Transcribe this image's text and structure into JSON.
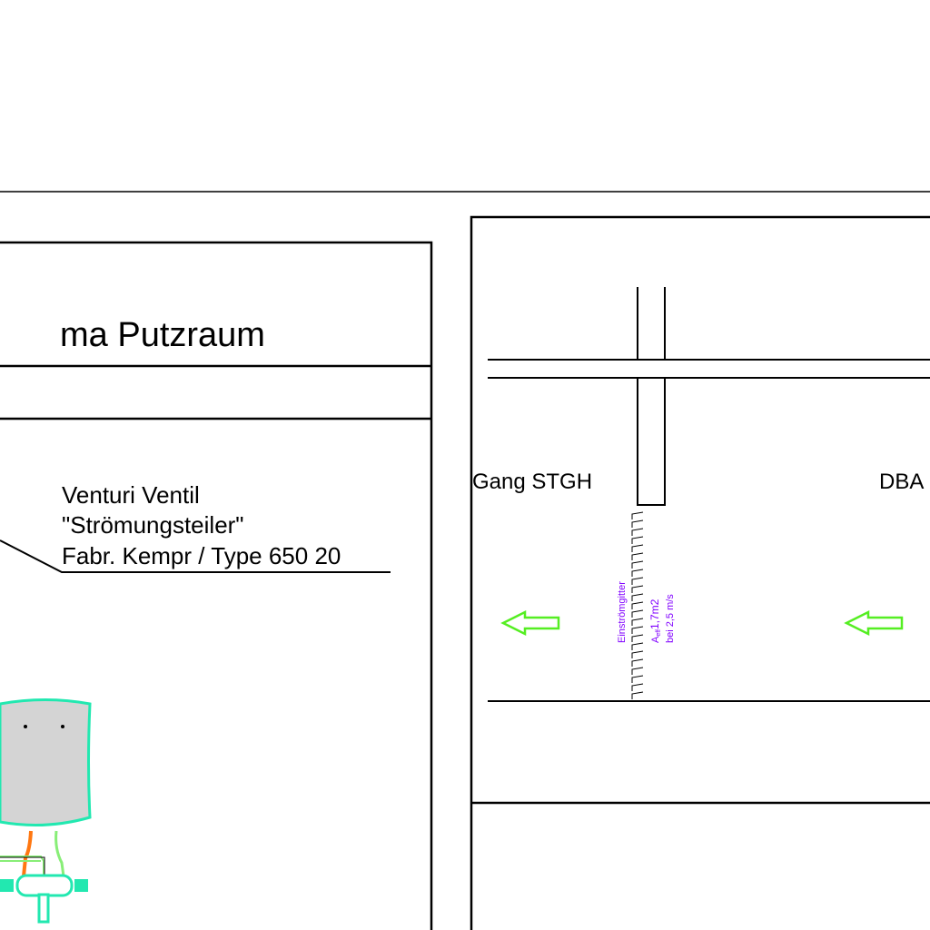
{
  "title_block": {
    "title": "ma Putzraum"
  },
  "callout": {
    "line1": "Venturi Ventil",
    "line2": "\"Strömungsteiler\"",
    "line3": "Fabr. Kempr / Type 650 20"
  },
  "rooms": {
    "left": "Gang STGH",
    "right": "DBA"
  },
  "grille": {
    "label": "Einströmgitter",
    "area_prefix": "A",
    "area_sub": "eff",
    "area_value": "1,7m2",
    "velocity": "bei 2,5 m/s"
  },
  "colors": {
    "annotation": "#8000ff",
    "arrow": "#55ee22",
    "heater": "#22e8b0",
    "hot_pipe": "#ff7711",
    "cold_pipe": "#88ee77"
  }
}
